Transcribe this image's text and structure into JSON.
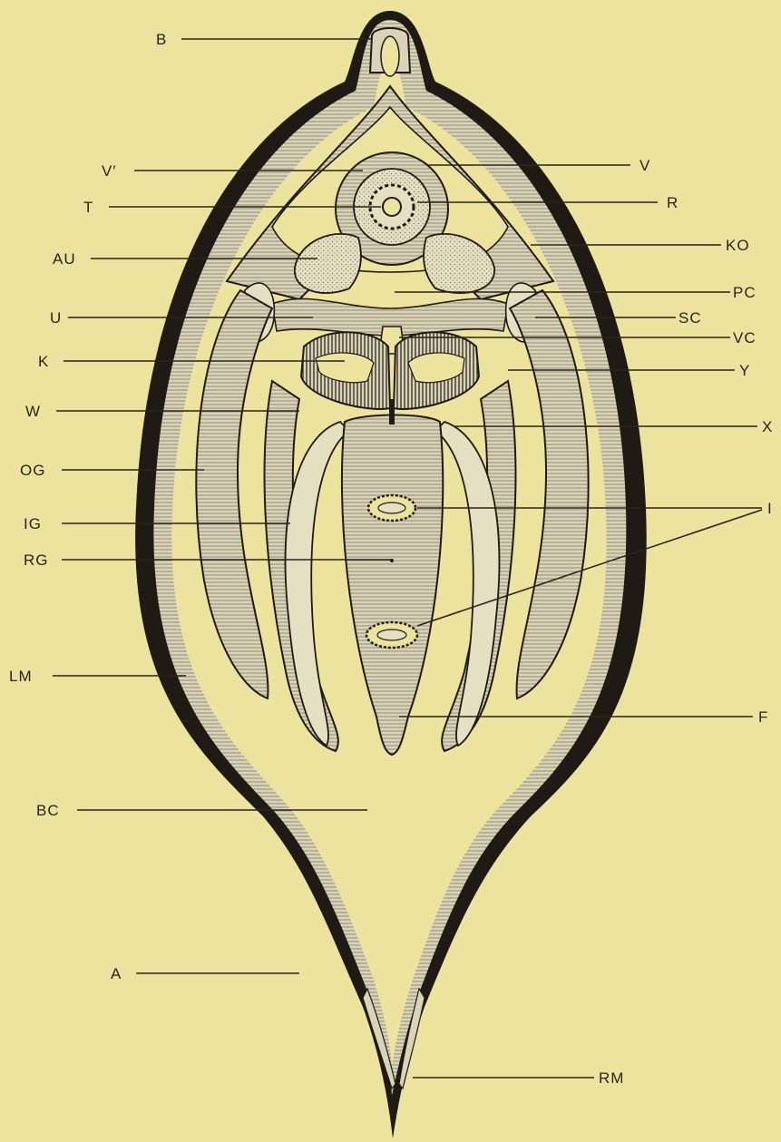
{
  "colors": {
    "paper": "#ece39e",
    "ink": "#2a2418",
    "tissue": "#d9d4b8",
    "hatch": "#b9b49a"
  },
  "labels": {
    "B": "B",
    "V_prime": "V′",
    "V": "V",
    "T": "T",
    "R": "R",
    "AU": "AU",
    "KO": "KO",
    "PC": "PC",
    "U": "U",
    "SC": "SC",
    "VC": "VC",
    "K": "K",
    "Y": "Y",
    "W": "W",
    "X": "X",
    "OG": "OG",
    "IG": "IG",
    "RG": "RG",
    "I": "I",
    "LM": "LM",
    "F": "F",
    "BC": "BC",
    "A": "A",
    "RM": "RM"
  }
}
